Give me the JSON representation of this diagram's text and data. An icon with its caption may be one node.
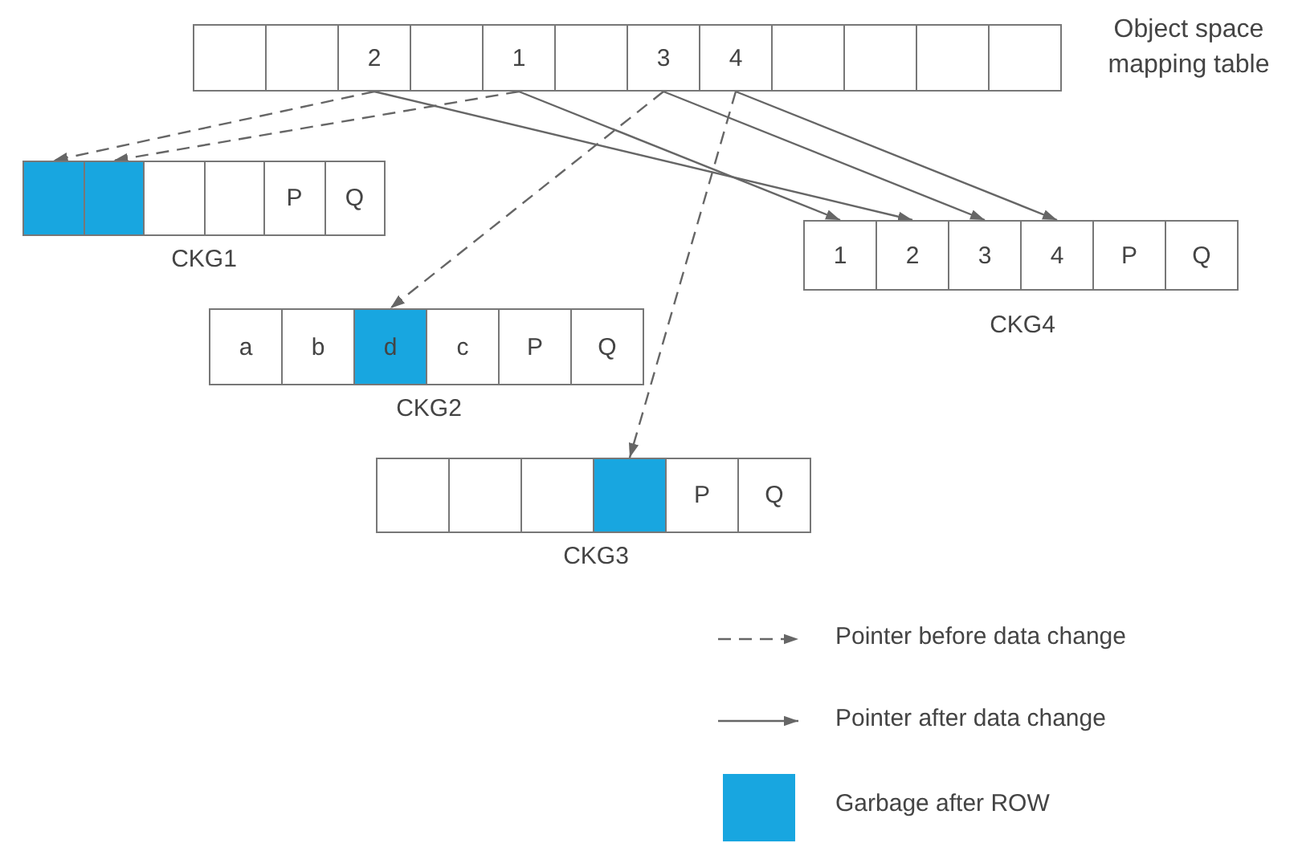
{
  "diagram": {
    "nodes": [
      {
        "text": [
          "Object space mapping table"
        ]
      },
      {
        "text": [],
        "shape": "box",
        "in": 0
      },
      {
        "text": [],
        "shape": "box",
        "in": 0
      },
      {
        "text": [
          "2"
        ],
        "in": 0
      },
      {
        "text": [],
        "shape": "box",
        "in": 0
      },
      {
        "text": [
          "1"
        ],
        "in": 0
      },
      {
        "text": [],
        "shape": "box",
        "in": 0
      },
      {
        "text": [
          "3"
        ],
        "in": 0
      },
      {
        "text": [
          "4"
        ],
        "in": 0
      },
      {
        "text": [],
        "shape": "box",
        "in": 0
      },
      {
        "text": [],
        "shape": "box",
        "in": 0
      },
      {
        "text": [],
        "shape": "box",
        "in": 0
      },
      {
        "text": [],
        "shape": "box",
        "in": 0
      },
      {
        "text": [
          "CKG1"
        ]
      },
      {
        "text": [],
        "shape": "box",
        "in": 13
      },
      {
        "text": [],
        "shape": "box",
        "in": 13
      },
      {
        "text": [],
        "shape": "box",
        "in": 13
      },
      {
        "text": [],
        "shape": "box",
        "in": 13
      },
      {
        "text": [
          "P"
        ],
        "in": 13
      },
      {
        "text": [
          "Q"
        ],
        "in": 13
      },
      {
        "text": [
          "CKG4"
        ]
      },
      {
        "text": [
          "1"
        ],
        "in": 20
      },
      {
        "text": [
          "2"
        ],
        "in": 20
      },
      {
        "text": [
          "3"
        ],
        "in": 20
      },
      {
        "text": [
          "4"
        ],
        "in": 20
      },
      {
        "text": [
          "P"
        ],
        "in": 20
      },
      {
        "text": [
          "Q"
        ],
        "in": 20
      },
      {
        "text": [
          "CKG2"
        ]
      },
      {
        "text": [
          "a"
        ],
        "in": 27
      },
      {
        "text": [
          "b"
        ],
        "in": 27
      },
      {
        "text": [
          "d"
        ],
        "in": 27
      },
      {
        "text": [
          "c"
        ],
        "in": 27
      },
      {
        "text": [
          "P"
        ],
        "in": 27
      },
      {
        "text": [
          "Q"
        ],
        "in": 27
      },
      {
        "text": [
          "CKG3"
        ]
      },
      {
        "text": [],
        "shape": "box",
        "in": 34
      },
      {
        "text": [],
        "shape": "box",
        "in": 34
      },
      {
        "text": [],
        "shape": "box",
        "in": 34
      },
      {
        "text": [],
        "shape": "box",
        "in": 34
      },
      {
        "text": [
          "P"
        ],
        "in": 34
      },
      {
        "text": [
          "Q"
        ],
        "in": 34
      }
    ],
    "edges": [
      {
        "from": 3,
        "to": 14,
        "arrow": "to",
        "style": "dashed"
      },
      {
        "from": 3,
        "to": 22,
        "arrow": "to"
      },
      {
        "from": 5,
        "to": 15,
        "arrow": "to",
        "style": "dashed"
      },
      {
        "from": 5,
        "to": 21,
        "arrow": "to"
      },
      {
        "from": 7,
        "to": 30,
        "arrow": "to",
        "style": "dashed"
      },
      {
        "from": 7,
        "to": 23,
        "arrow": "to"
      },
      {
        "from": 8,
        "to": 38,
        "arrow": "to",
        "style": "dashed"
      },
      {
        "from": 8,
        "to": 24,
        "arrow": "to"
      }
    ],
    "legend": [
      {
        "text": "Pointer before data change"
      },
      {
        "text": "Pointer after data change"
      },
      {
        "text": "Garbage after ROW",
        "color": "#18a6e0"
      }
    ]
  }
}
